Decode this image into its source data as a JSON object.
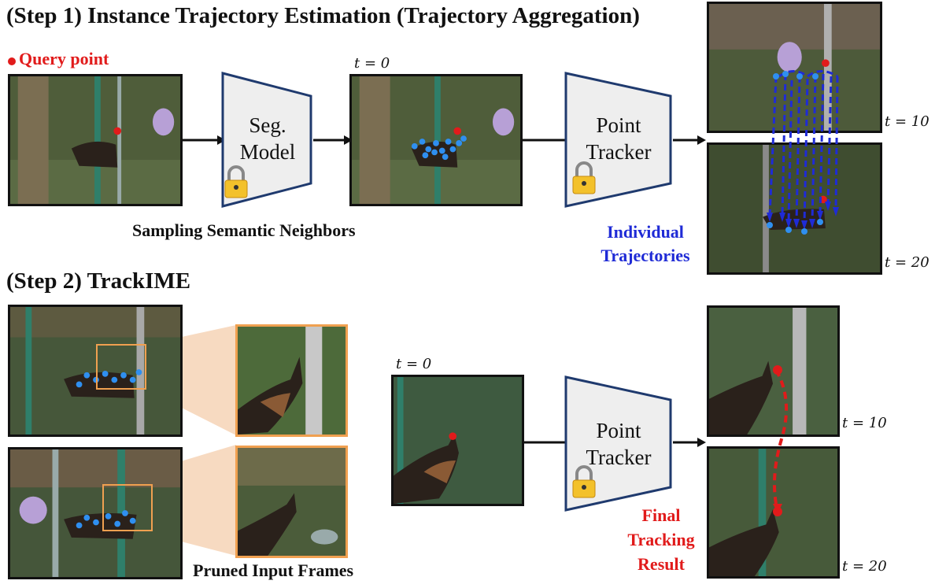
{
  "step1": {
    "heading": "(Step 1) Instance Trajectory Estimation (Trajectory Aggregation)",
    "query_point": "Query point",
    "seg_model": {
      "line1": "Seg.",
      "line2": "Model"
    },
    "tracker": {
      "line1": "Point",
      "line2": "Tracker"
    },
    "t0": "t = 0",
    "t10": "t = 10",
    "t20": "t = 20",
    "sampling_caption": "Sampling Semantic Neighbors",
    "trajectories_caption": {
      "line1": "Individual",
      "line2": "Trajectories"
    }
  },
  "step2": {
    "heading": "(Step 2) TrackIME",
    "pruned_caption": "Pruned Input Frames",
    "tracker": {
      "line1": "Point",
      "line2": "Tracker"
    },
    "t0": "t = 0",
    "t10": "t = 10",
    "t20": "t = 20",
    "result_caption": {
      "line1": "Final",
      "line2": "Tracking",
      "line3": "Result"
    }
  },
  "colors": {
    "query_red": "#e11b1b",
    "trajectory_blue": "#1f2bd6",
    "point_blue": "#2f8ff0",
    "crop_orange": "#f0a050",
    "model_fill": "#eeeeee",
    "model_stroke": "#1f3a6e"
  },
  "icons": [
    "lock-icon",
    "arrow-right-icon"
  ]
}
